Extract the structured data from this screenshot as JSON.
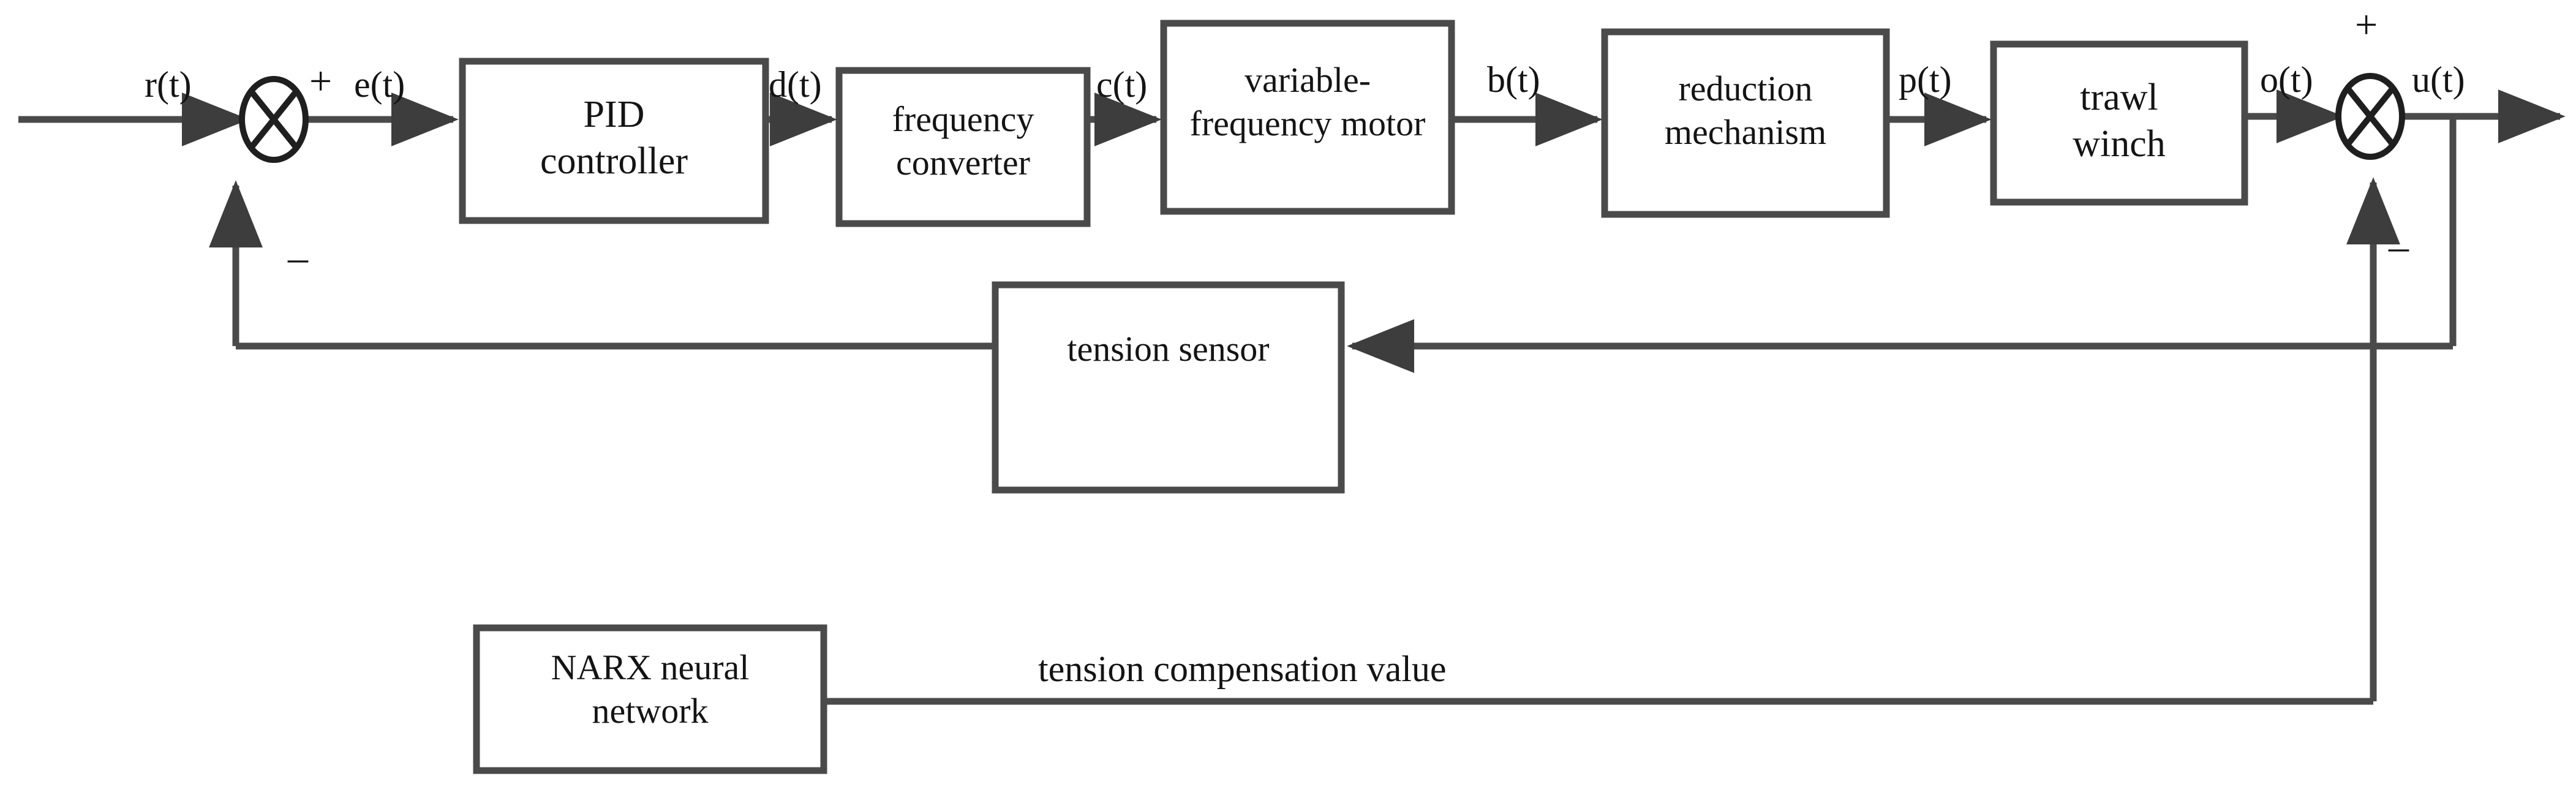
{
  "diagram": {
    "type": "control-system-block-diagram",
    "title": "Trawl winch constant tension control system with NARX neural network compensation",
    "stroke_color": "#4a4a4a",
    "text_color": "#141414",
    "background_color": "#ffffff",
    "blocks": [
      {
        "id": "pid-controller",
        "label": "PID\ncontroller"
      },
      {
        "id": "frequency-converter",
        "label": "frequency\nconverter"
      },
      {
        "id": "variable-frequency-motor",
        "label": "variable-\nfrequency motor"
      },
      {
        "id": "reduction-mechanism",
        "label": "reduction\nmechanism"
      },
      {
        "id": "trawl-winch",
        "label": "trawl\nwinch"
      },
      {
        "id": "tension-sensor",
        "label": "tension sensor"
      },
      {
        "id": "narx-neural-network",
        "label": "NARX neural\nnetwork"
      }
    ],
    "signals": [
      {
        "id": "r",
        "label": "r(t)"
      },
      {
        "id": "e",
        "label": "e(t)"
      },
      {
        "id": "d",
        "label": "d(t)"
      },
      {
        "id": "c",
        "label": "c(t)"
      },
      {
        "id": "b",
        "label": "b(t)"
      },
      {
        "id": "p",
        "label": "p(t)"
      },
      {
        "id": "o",
        "label": "o(t)"
      },
      {
        "id": "u",
        "label": "u(t)"
      }
    ],
    "signs": [
      {
        "id": "left-sum-plus",
        "label": "+"
      },
      {
        "id": "left-sum-minus",
        "label": "–"
      },
      {
        "id": "right-sum-plus",
        "label": "+"
      },
      {
        "id": "right-sum-minus",
        "label": "–"
      }
    ],
    "annotations": [
      {
        "id": "tension-compensation-value",
        "label": "tension compensation value"
      }
    ],
    "summing_junctions": [
      {
        "id": "left-summing-junction",
        "glyph": "circle-with-x"
      },
      {
        "id": "right-summing-junction",
        "glyph": "circle-with-x"
      }
    ]
  }
}
